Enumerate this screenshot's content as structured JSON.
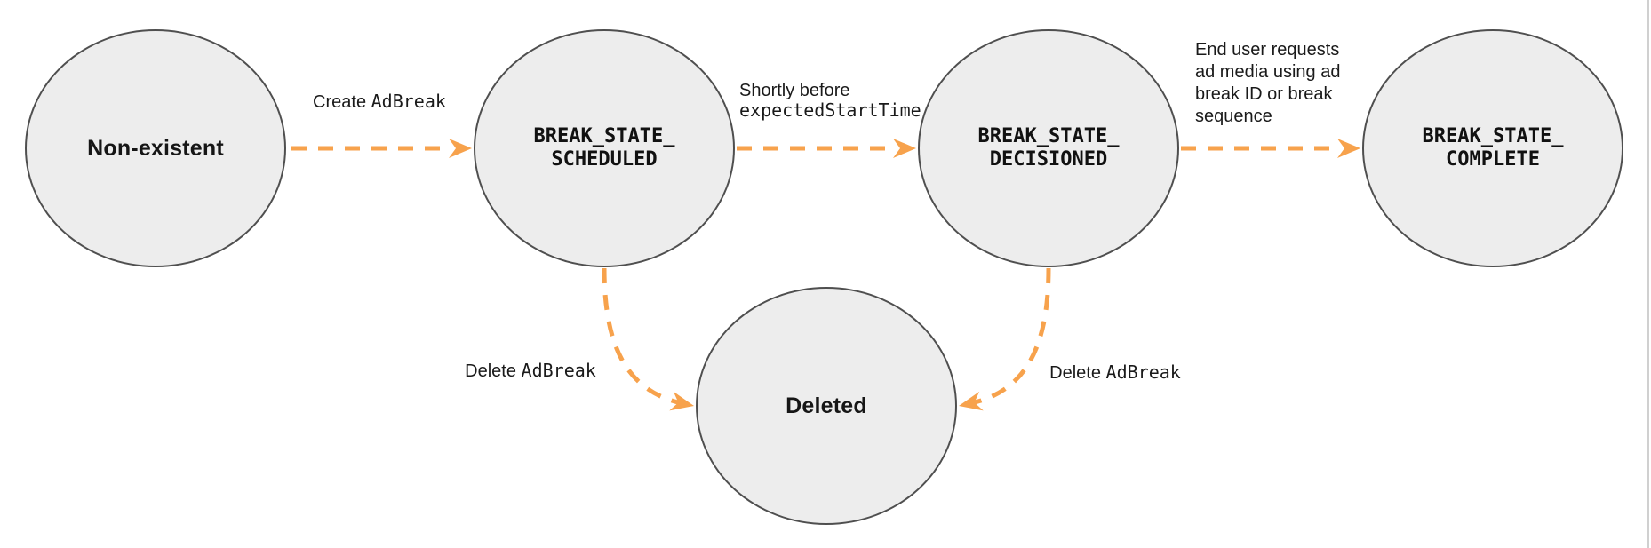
{
  "diagram": {
    "colors": {
      "arrow": "#F7A24C",
      "node_fill": "#EDEDED",
      "node_border": "#4F4F4F",
      "text": "#161616",
      "page_edge": "#D0D0D0"
    },
    "nodes": [
      {
        "id": "non-existent",
        "label": "Non-existent"
      },
      {
        "id": "break-state-scheduled",
        "line1": "BREAK_STATE_",
        "line2": "SCHEDULED"
      },
      {
        "id": "break-state-decisioned",
        "line1": "BREAK_STATE_",
        "line2": "DECISIONED"
      },
      {
        "id": "break-state-complete",
        "line1": "BREAK_STATE_",
        "line2": "COMPLETE"
      },
      {
        "id": "deleted",
        "label": "Deleted"
      }
    ],
    "edges": [
      {
        "id": "create-ad-break",
        "from": "non-existent",
        "to": "break-state-scheduled",
        "label_prefix": "Create ",
        "label_code": "AdBreak"
      },
      {
        "id": "shortly-before-expected-start",
        "from": "break-state-scheduled",
        "to": "break-state-decisioned",
        "label_line1": "Shortly before",
        "label_code": "expectedStartTime"
      },
      {
        "id": "end-user-requests-ad-media",
        "from": "break-state-decisioned",
        "to": "break-state-complete",
        "label": "End user requests\nad media using ad\nbreak ID or break\nsequence"
      },
      {
        "id": "delete-ad-break-from-scheduled",
        "from": "break-state-scheduled",
        "to": "deleted",
        "label_prefix": "Delete ",
        "label_code": "AdBreak"
      },
      {
        "id": "delete-ad-break-from-decisioned",
        "from": "break-state-decisioned",
        "to": "deleted",
        "label_prefix": "Delete ",
        "label_code": "AdBreak"
      }
    ]
  }
}
